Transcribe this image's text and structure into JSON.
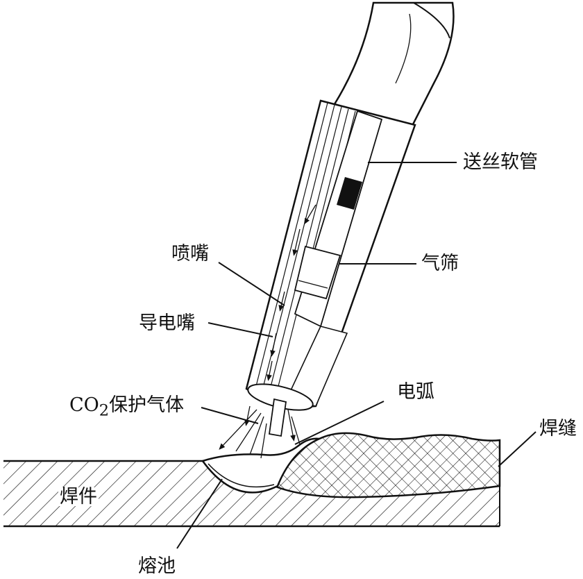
{
  "labels": {
    "wire_feed_hose": "送丝软管",
    "gas_sieve": "气筛",
    "nozzle": "喷嘴",
    "contact_tip": "导电嘴",
    "co2_prefix": "CO",
    "co2_subscript": "2",
    "co2_suffix": "保护气体",
    "arc": "电弧",
    "weld_seam": "焊缝",
    "workpiece": "焊件",
    "molten_pool": "熔池"
  },
  "colors": {
    "line": "#111111",
    "fill": "#ffffff",
    "insert": "#111111"
  }
}
